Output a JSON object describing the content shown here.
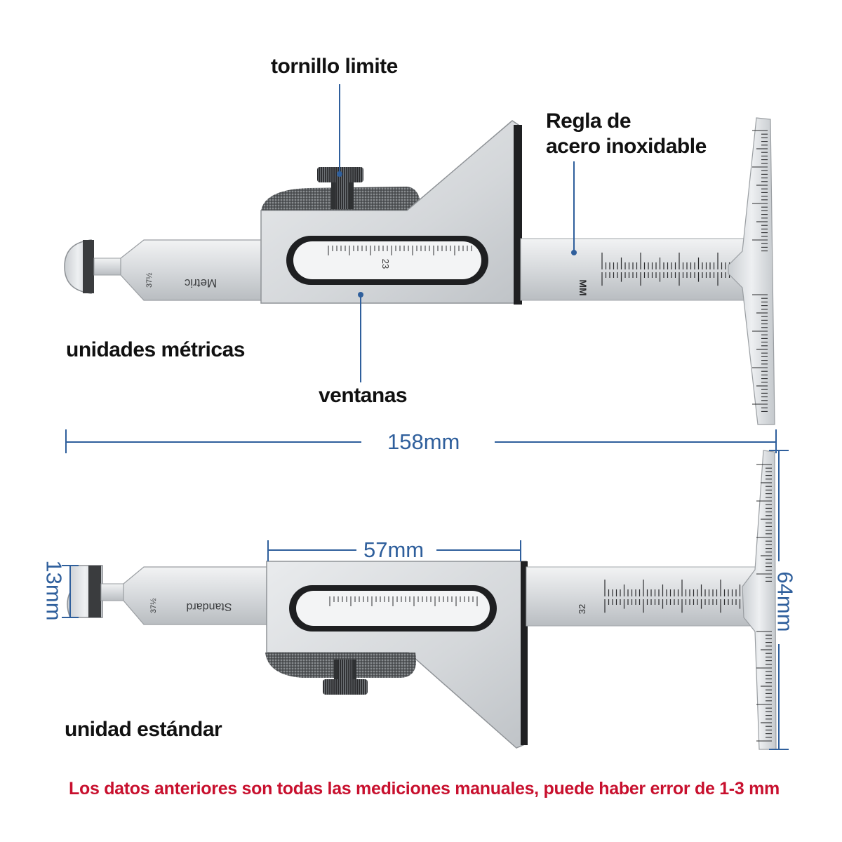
{
  "labels": {
    "limit_screw": "tornillo limite",
    "steel_ruler_line1": "Regla de",
    "steel_ruler_line2": "acero inoxidable",
    "metric_units": "unidades métricas",
    "windows": "ventanas",
    "standard_unit": "unidad estándar"
  },
  "dimensions": {
    "overall_length": "158mm",
    "body_width": "57mm",
    "head_height": "13mm",
    "blade_height": "64mm"
  },
  "engravings": {
    "top_gauge_system": "Metric",
    "top_ruler_unit": "MM",
    "bottom_gauge_system": "Standard",
    "angle_mark": "37½",
    "window_number_top": "23",
    "bottom_ruler_number": "32"
  },
  "note": "Los datos anteriores son todas las mediciones manuales, puede haber error de 1-3 mm",
  "colors": {
    "dimension_line": "#2f5f9c",
    "note_text": "#c8102e",
    "steel": "#d9dcdf",
    "steel_dark": "#1e1e1e"
  }
}
